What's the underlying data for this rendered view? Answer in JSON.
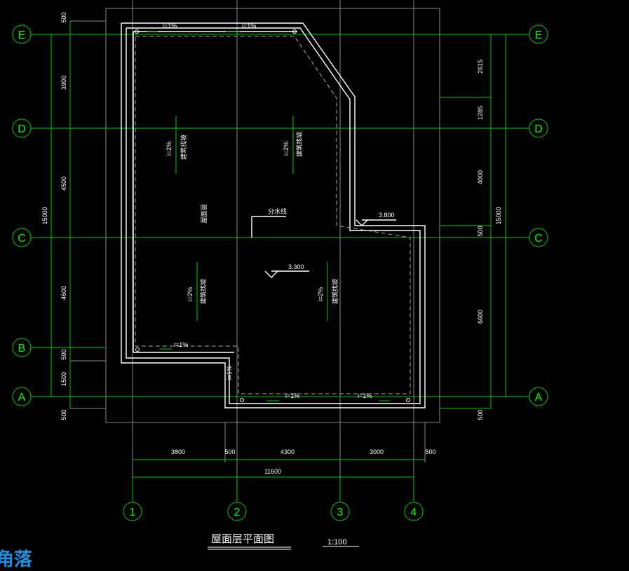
{
  "axes": {
    "letters": [
      "E",
      "D",
      "C",
      "B",
      "A"
    ],
    "numbers": [
      "1",
      "2",
      "3",
      "4"
    ]
  },
  "left_dims": {
    "segments": [
      "500",
      "3900",
      "4500",
      "4600",
      "500",
      "1500",
      "500"
    ],
    "total": "15000"
  },
  "right_dims": {
    "segments": [
      "2615",
      "1285",
      "4000",
      "500",
      "6600",
      "500"
    ],
    "total": "15000"
  },
  "bottom_dims": {
    "segments": [
      "3800",
      "500",
      "4300",
      "3000",
      "500"
    ],
    "total": "11600"
  },
  "plan": {
    "roof_layer_label": "屋面层",
    "divide_line_label": "分水线",
    "elevation_high": "3.800",
    "elevation_low": "3.300",
    "slope_label": "i=2%",
    "slope_text": "建筑找坡",
    "gutter_slope": "i=1%"
  },
  "title": {
    "name": "屋面层平面图",
    "scale": "1:100"
  },
  "watermark": "角落"
}
